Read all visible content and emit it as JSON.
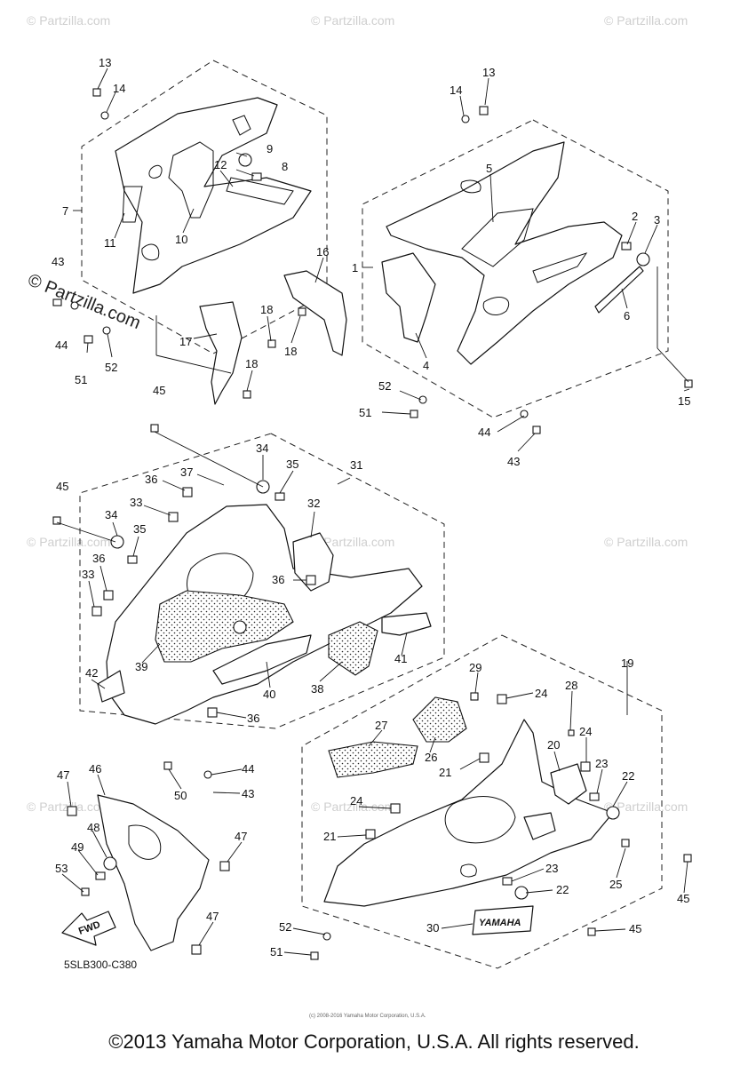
{
  "watermark_text": "© Partzilla.com",
  "side_watermark": "© Partzilla.com",
  "diagram_code": "5SLB300-C380",
  "fwd_label": "FWD",
  "brand_emblem": "YAMAHA",
  "fine_print": "(c) 2008-2016 Yamaha Motor Corporation, U.S.A.",
  "copyright": "©2013 Yamaha Motor Corporation, U.S.A. All rights reserved.",
  "callouts": [
    {
      "id": "c13a",
      "text": "13"
    },
    {
      "id": "c14a",
      "text": "14"
    },
    {
      "id": "c13b",
      "text": "13"
    },
    {
      "id": "c14b",
      "text": "14"
    },
    {
      "id": "c9",
      "text": "9"
    },
    {
      "id": "c8",
      "text": "8"
    },
    {
      "id": "c12",
      "text": "12"
    },
    {
      "id": "c7",
      "text": "7"
    },
    {
      "id": "c11",
      "text": "11"
    },
    {
      "id": "c10",
      "text": "10"
    },
    {
      "id": "c5",
      "text": "5"
    },
    {
      "id": "c2",
      "text": "2"
    },
    {
      "id": "c3",
      "text": "3"
    },
    {
      "id": "c16",
      "text": "16"
    },
    {
      "id": "c1",
      "text": "1"
    },
    {
      "id": "c6",
      "text": "6"
    },
    {
      "id": "c4",
      "text": "4"
    },
    {
      "id": "c43a",
      "text": "43"
    },
    {
      "id": "c44a",
      "text": "44"
    },
    {
      "id": "c18a",
      "text": "18"
    },
    {
      "id": "c18b",
      "text": "18"
    },
    {
      "id": "c17",
      "text": "17"
    },
    {
      "id": "c18c",
      "text": "18"
    },
    {
      "id": "c51a",
      "text": "51"
    },
    {
      "id": "c52a",
      "text": "52"
    },
    {
      "id": "c15",
      "text": "15"
    },
    {
      "id": "c52b",
      "text": "52"
    },
    {
      "id": "c51b",
      "text": "51"
    },
    {
      "id": "c44b",
      "text": "44"
    },
    {
      "id": "c43b",
      "text": "43"
    },
    {
      "id": "c45a",
      "text": "45"
    },
    {
      "id": "c34a",
      "text": "34"
    },
    {
      "id": "c35a",
      "text": "35"
    },
    {
      "id": "c31",
      "text": "31"
    },
    {
      "id": "c36a",
      "text": "36"
    },
    {
      "id": "c37",
      "text": "37"
    },
    {
      "id": "c45b",
      "text": "45"
    },
    {
      "id": "c33a",
      "text": "33"
    },
    {
      "id": "c32",
      "text": "32"
    },
    {
      "id": "c34b",
      "text": "34"
    },
    {
      "id": "c35b",
      "text": "35"
    },
    {
      "id": "c36b",
      "text": "36"
    },
    {
      "id": "c36c",
      "text": "36"
    },
    {
      "id": "c33b",
      "text": "33"
    },
    {
      "id": "c39",
      "text": "39"
    },
    {
      "id": "c40",
      "text": "40"
    },
    {
      "id": "c38",
      "text": "38"
    },
    {
      "id": "c41",
      "text": "41"
    },
    {
      "id": "c42",
      "text": "42"
    },
    {
      "id": "c36d",
      "text": "36"
    },
    {
      "id": "c19",
      "text": "19"
    },
    {
      "id": "c29",
      "text": "29"
    },
    {
      "id": "c24a",
      "text": "24"
    },
    {
      "id": "c28",
      "text": "28"
    },
    {
      "id": "c27",
      "text": "27"
    },
    {
      "id": "c26",
      "text": "26"
    },
    {
      "id": "c21a",
      "text": "21"
    },
    {
      "id": "c20",
      "text": "20"
    },
    {
      "id": "c24b",
      "text": "24"
    },
    {
      "id": "c23a",
      "text": "23"
    },
    {
      "id": "c22a",
      "text": "22"
    },
    {
      "id": "c44c",
      "text": "44"
    },
    {
      "id": "c43c",
      "text": "43"
    },
    {
      "id": "c50",
      "text": "50"
    },
    {
      "id": "c47a",
      "text": "47"
    },
    {
      "id": "c46",
      "text": "46"
    },
    {
      "id": "c48",
      "text": "48"
    },
    {
      "id": "c24c",
      "text": "24"
    },
    {
      "id": "c21b",
      "text": "21"
    },
    {
      "id": "c47b",
      "text": "47"
    },
    {
      "id": "c49",
      "text": "49"
    },
    {
      "id": "c53",
      "text": "53"
    },
    {
      "id": "c25",
      "text": "25"
    },
    {
      "id": "c45c",
      "text": "45"
    },
    {
      "id": "c23b",
      "text": "23"
    },
    {
      "id": "c22b",
      "text": "22"
    },
    {
      "id": "c47c",
      "text": "47"
    },
    {
      "id": "c30",
      "text": "30"
    },
    {
      "id": "c52c",
      "text": "52"
    },
    {
      "id": "c45d",
      "text": "45"
    },
    {
      "id": "c51c",
      "text": "51"
    }
  ]
}
